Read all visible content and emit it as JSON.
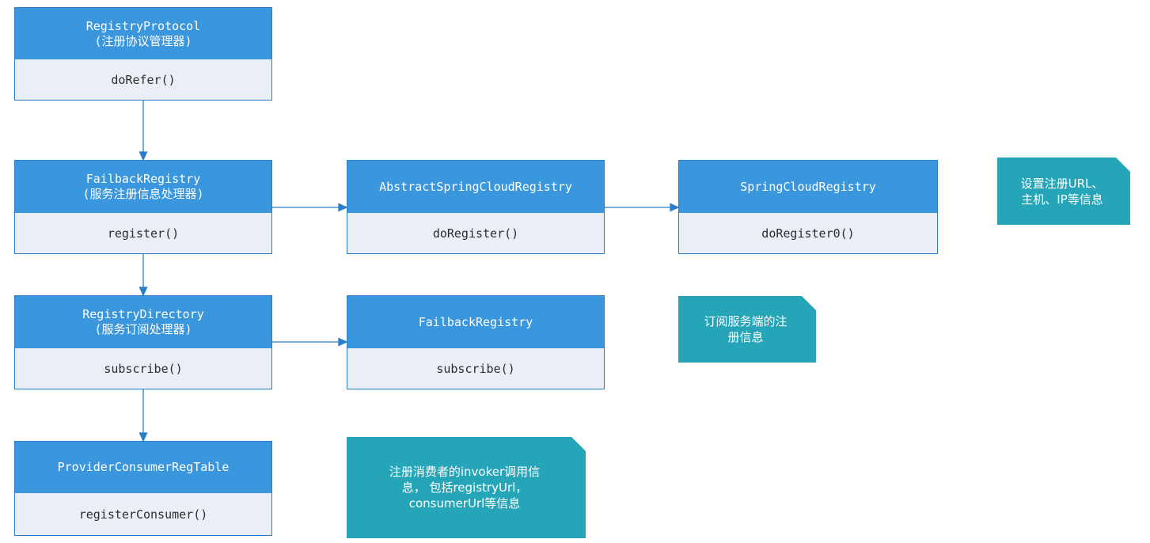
{
  "nodes": {
    "registry_protocol": {
      "title": "RegistryProtocol",
      "subtitle": "(注册协议管理器)",
      "method": "doRefer()"
    },
    "failback_registry": {
      "title": "FailbackRegistry",
      "subtitle": "(服务注册信息处理器)",
      "method": "register()"
    },
    "abstract_spring_cloud_registry": {
      "title": "AbstractSpringCloudRegistry",
      "method": "doRegister()"
    },
    "spring_cloud_registry": {
      "title": "SpringCloudRegistry",
      "method": "doRegister0()"
    },
    "registry_directory": {
      "title": "RegistryDirectory",
      "subtitle": "(服务订阅处理器)",
      "method": "subscribe()"
    },
    "failback_registry_subscribe": {
      "title": "FailbackRegistry",
      "method": "subscribe()"
    },
    "provider_consumer_reg_table": {
      "title": "ProviderConsumerRegTable",
      "method": "registerConsumer()"
    }
  },
  "notes": {
    "register_url_note": "设置注册URL、\n主机、IP等信息",
    "subscribe_note": "订阅服务端的注\n册信息",
    "consumer_note": "注册消费者的invoker调用信\n息， 包括registryUrl，\nconsumerUrl等信息"
  },
  "colors": {
    "header": "#3a96dd",
    "body": "#e9eef7",
    "border": "#2b7fc9",
    "note": "#26a5b8",
    "connector": "#2b7fc9"
  }
}
